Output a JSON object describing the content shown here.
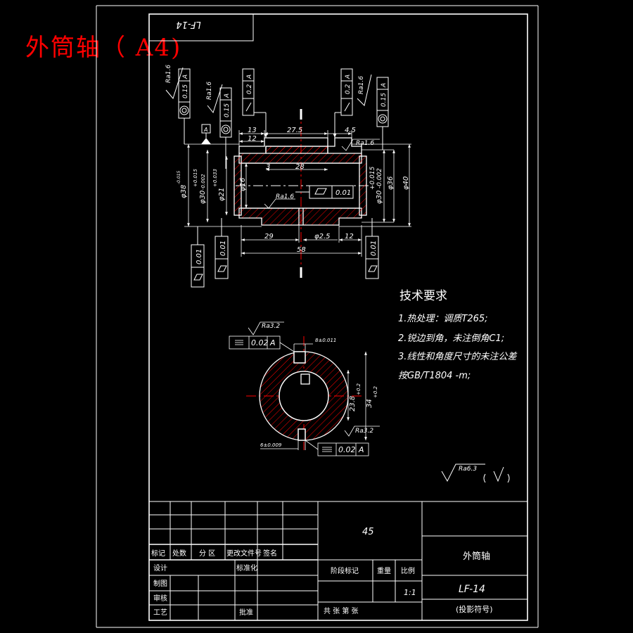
{
  "title_red": "外筒轴（ A4)",
  "drawing_no_rotated": "LF-14",
  "gdt": {
    "left1": {
      "tol": "0.15",
      "datum": "A",
      "roughness": "Ra1.6"
    },
    "left2": {
      "tol": "0.15",
      "datum": "A",
      "roughness": "Ra1.6"
    },
    "left_runout": {
      "tol": "0.2",
      "datum": "A"
    },
    "right_runout": {
      "tol": "0.2",
      "datum": "A"
    },
    "right1": {
      "tol": "0.15",
      "datum": "A",
      "roughness": "Ra1.6"
    },
    "datum_label": "A",
    "bottom_left1": "0.01",
    "bottom_left2": "0.01",
    "bottom_right": "0.01",
    "center_cyl": "0.01",
    "key_top": {
      "tol": "0.02",
      "datum": "A",
      "roughness": "Ra3.2"
    },
    "key_bottom": {
      "tol": "0.02",
      "datum": "A",
      "roughness": "Ra3.2"
    }
  },
  "dims": {
    "d13": "13",
    "d12a": "12",
    "d27_5": "27.5",
    "d4_5": "4.5",
    "d28": "28",
    "d3": "3",
    "d29": "29",
    "d58": "58",
    "dphi2_5": "φ2.5",
    "d12b": "12",
    "phi38": "φ38",
    "phi38_tol": "-0.015",
    "phi30_l": "φ30",
    "phi30_l_tol_u": "+0.015",
    "phi30_l_tol_l": "-0.002",
    "phi21": "φ21",
    "phi21_tol": "+0.033",
    "phi16": "φ16",
    "phi30_r": "φ30",
    "phi30_r_tol_u": "+0.015",
    "phi30_r_tol_l": "-0.002",
    "phi36": "φ36",
    "phi40": "φ40",
    "ra16_top": "Ra1.6",
    "ra16_inner": "Ra1.6",
    "key_width_top": "8±0.011",
    "key_width_bot": "6±0.009",
    "d23_8": "23.8",
    "d23_8_tol": "+0.2",
    "d34": "34",
    "d34_tol": "+0.2"
  },
  "requirements": {
    "title": "技术要求",
    "items": [
      "1.热处理：调质T265;",
      "2.锐边到角，未注倒角C1;",
      "3.线性和角度尺寸的未注公差",
      "按GB/T1804 -m;"
    ]
  },
  "surface_general": "Ra6.3",
  "title_block": {
    "material": "45",
    "part_name": "外筒轴",
    "drawing_no": "LF-14",
    "projection": "(投影符号)",
    "scale_value": "1:1",
    "labels": {
      "mark": "标记",
      "count": "处数",
      "zone": "分 区",
      "change_doc": "更改文件号",
      "sign": "签名",
      "design": "设计",
      "standardize": "标准化",
      "drafting": "制图",
      "check": "审核",
      "process": "工艺",
      "approve": "批准",
      "stage_mark": "阶段标记",
      "weight": "重量",
      "scale": "比例",
      "sheets": "共  张 第  张"
    }
  }
}
